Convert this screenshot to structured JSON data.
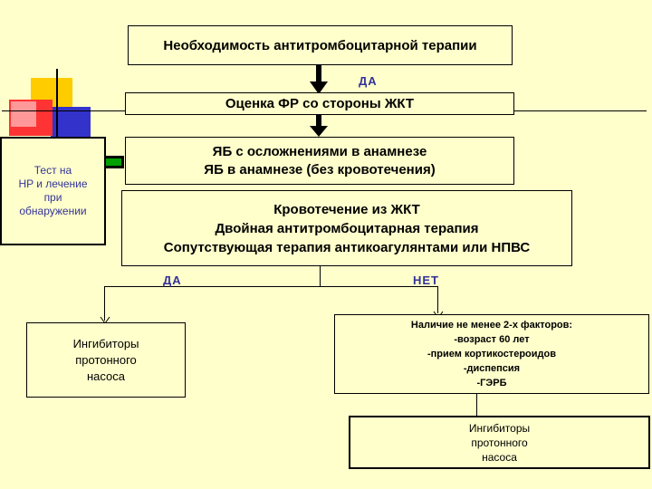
{
  "flowchart": {
    "need_antiplatelet": "Необходимость антитромбоцитарной терапии",
    "yes_top": "ДА",
    "gi_risk_assessment": "Оценка ФР со стороны ЖКТ",
    "ulcer_box": {
      "line1": "ЯБ с осложнениями в анамнезе",
      "line2": "ЯБ в анамнезе (без кровотечения)"
    },
    "hp_test_box": {
      "line1": "Тест на",
      "line2": "HP и лечение",
      "line3": "при",
      "line4": "обнаружении"
    },
    "bleeding_box": {
      "line1": "Кровотечение из ЖКТ",
      "line2": "Двойная антитромбоцитарная терапия",
      "line3": "Сопутствующая терапия антикоагулянтами или НПВС"
    },
    "yes_label": "ДА",
    "no_label": "НЕТ",
    "ppi_left": {
      "line1": "Ингибиторы",
      "line2": "протонного",
      "line3": "насоса"
    },
    "factors_box": {
      "title": "Наличие не менее 2-х факторов:",
      "item1": "-возраст 60 лет",
      "item2": "-прием кортикостероидов",
      "item3": "-диспепсия",
      "item4": "-ГЭРБ"
    },
    "ppi_bottom": {
      "line1": "Ингибиторы",
      "line2": "протонного",
      "line3": "насоса"
    }
  },
  "colors": {
    "background": "#FFFFCC",
    "label_blue": "#333399",
    "deco_yellow": "#FFCC00",
    "deco_red": "#FF3333",
    "deco_blue": "#3333CC",
    "deco_pink": "#FF9999"
  }
}
